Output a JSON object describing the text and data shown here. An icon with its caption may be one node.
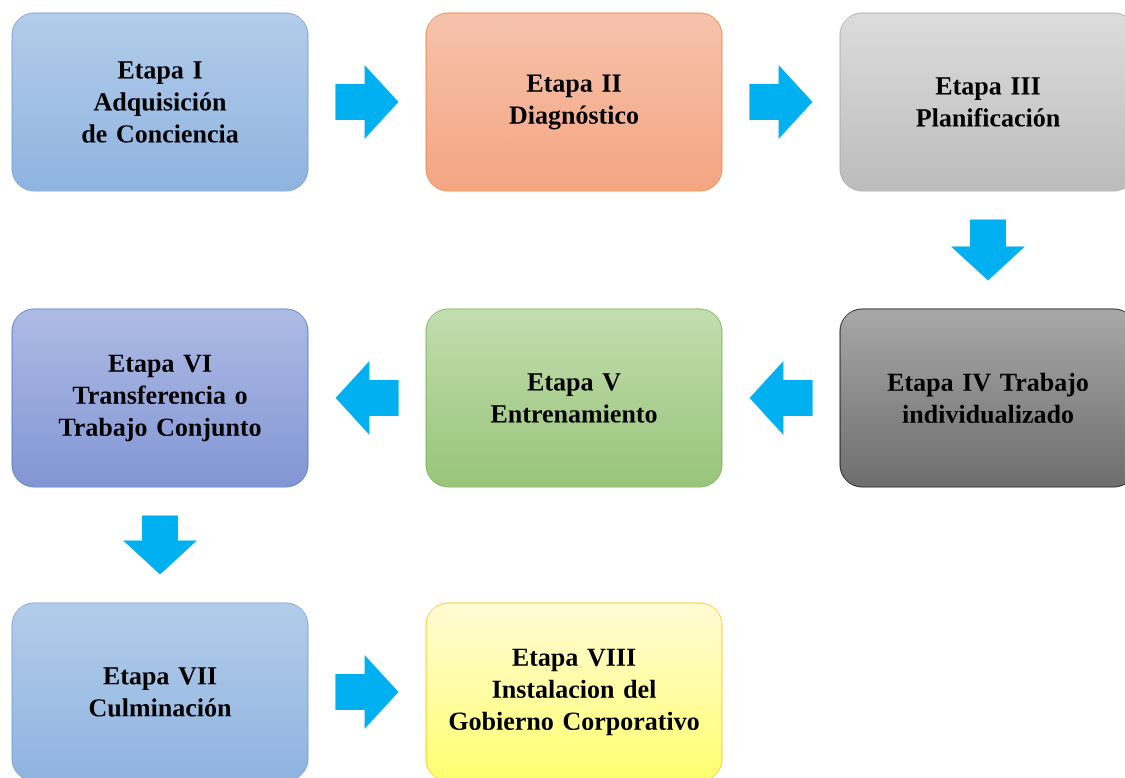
{
  "diagram": {
    "nodes": [
      {
        "text": [
          "Etapa I",
          "Adquisición de Conciencia"
        ]
      },
      {
        "text": [
          "Etapa II",
          "Diagnóstico"
        ]
      },
      {
        "text": [
          "Etapa III",
          "Planificación"
        ]
      },
      {
        "text": [
          "Etapa IV Trabajo individualizado"
        ]
      },
      {
        "text": [
          "Etapa V",
          "Entrenamiento"
        ]
      },
      {
        "text": [
          "Etapa VI",
          "Transferencia o Trabajo Conjunto"
        ]
      },
      {
        "text": [
          "Etapa VII",
          "Culminación"
        ]
      },
      {
        "text": [
          "Etapa VIII",
          "Instalacion del Gobierno Corporativo"
        ]
      }
    ],
    "edges": [
      {
        "from": 0,
        "to": 1,
        "arrow": "to"
      },
      {
        "from": 1,
        "to": 2,
        "arrow": "to"
      },
      {
        "from": 2,
        "to": 3,
        "arrow": "to"
      },
      {
        "from": 3,
        "to": 4,
        "arrow": "to"
      },
      {
        "from": 4,
        "to": 5,
        "arrow": "to"
      },
      {
        "from": 5,
        "to": 6,
        "arrow": "to"
      },
      {
        "from": 6,
        "to": 7,
        "arrow": "to"
      }
    ]
  }
}
